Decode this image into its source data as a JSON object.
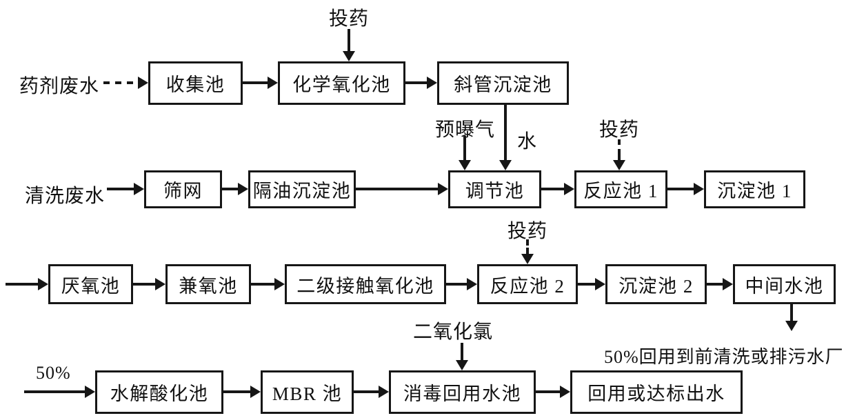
{
  "colors": {
    "ink": "#161616",
    "background": "#ffffff"
  },
  "flowchart": {
    "row1": {
      "inlet_label": "药剂废水",
      "dosing_label": "投药",
      "boxes": {
        "collect": "收集池",
        "chem_ox": "化学氧化池",
        "inclined_tube": "斜管沉淀池"
      }
    },
    "row2": {
      "inlet_label": "清洗废水",
      "pre_aeration_label": "预曝气",
      "water_label": "水",
      "dosing_label": "投药",
      "boxes": {
        "screen": "筛网",
        "oil_sep": "隔油沉淀池",
        "regulating": "调节池",
        "reaction1": "反应池 1",
        "sediment1": "沉淀池 1"
      }
    },
    "row3": {
      "dosing_label": "投药",
      "boxes": {
        "anaerobic": "厌氧池",
        "facultative": "兼氧池",
        "secondary_contact": "二级接触氧化池",
        "reaction2": "反应池 2",
        "sediment2": "沉淀池 2",
        "intermediate": "中间水池"
      }
    },
    "row4": {
      "inlet_label": "50%",
      "chlorine_label": "二氧化氯",
      "reuse_note": "50%回用到前清洗或排污水厂",
      "boxes": {
        "hydrolysis": "水解酸化池",
        "mbr": "MBR 池",
        "disinfect": "消毒回用水池",
        "outlet": "回用或达标出水"
      }
    },
    "edges": [
      "药剂废水 -(虚线)-> 收集池",
      "收集池 -> 化学氧化池",
      "投药 -> 化学氧化池",
      "化学氧化池 -> 斜管沉淀池",
      "斜管沉淀池 -(水)-> 调节池",
      "清洗废水 -> 筛网",
      "筛网 -> 隔油沉淀池",
      "隔油沉淀池 -> 调节池",
      "预曝气 -> 调节池",
      "调节池 -> 反应池 1",
      "投药 -(虚线)-> 反应池 1",
      "反应池 1 -> 沉淀池 1",
      "-> 厌氧池",
      "厌氧池 -> 兼氧池",
      "兼氧池 -> 二级接触氧化池",
      "二级接触氧化池 -> 反应池 2",
      "投药 -(虚线)-> 反应池 2",
      "反应池 2 -> 沉淀池 2",
      "沉淀池 2 -> 中间水池",
      "中间水池 -> 50%回用到前清洗或排污水厂",
      "50% -> 水解酸化池",
      "水解酸化池 -> MBR 池",
      "MBR 池 -> 消毒回用水池",
      "二氧化氯 -> 消毒回用水池",
      "消毒回用水池 -> 回用或达标出水"
    ]
  }
}
